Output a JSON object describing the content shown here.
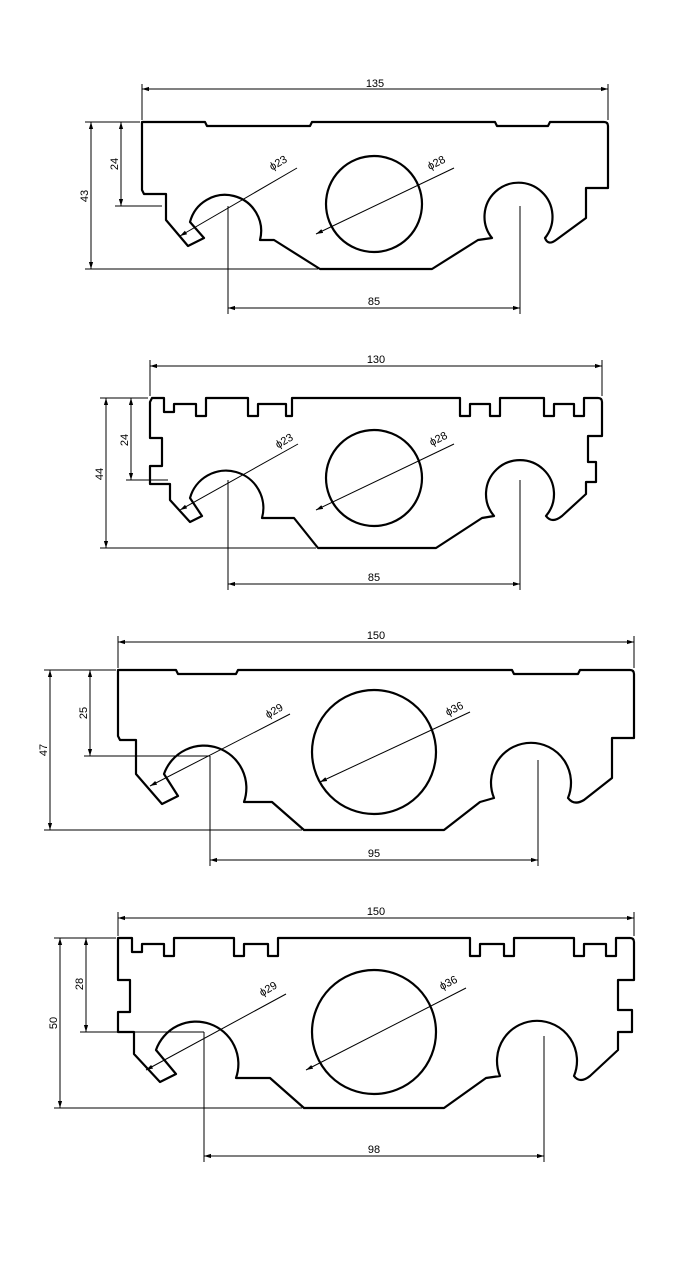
{
  "profiles": [
    {
      "width": "135",
      "height": "43",
      "offset": "24",
      "dia_small": "ϕ23",
      "dia_large": "ϕ28",
      "spacing": "85"
    },
    {
      "width": "130",
      "height": "44",
      "offset": "24",
      "dia_small": "ϕ23",
      "dia_large": "ϕ28",
      "spacing": "85"
    },
    {
      "width": "150",
      "height": "47",
      "offset": "25",
      "dia_small": "ϕ29",
      "dia_large": "ϕ36",
      "spacing": "95"
    },
    {
      "width": "150",
      "height": "50",
      "offset": "28",
      "dia_small": "ϕ29",
      "dia_large": "ϕ36",
      "spacing": "98"
    }
  ]
}
